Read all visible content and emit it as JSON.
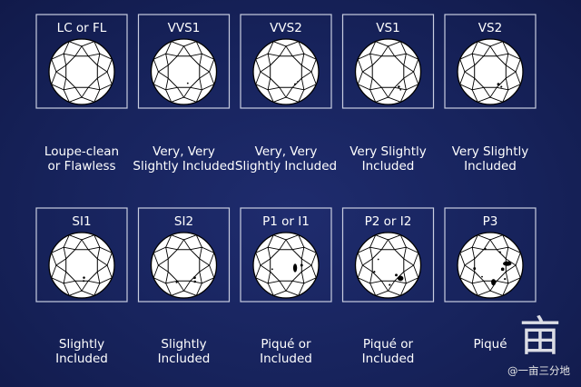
{
  "chart_data": {
    "type": "diagram",
    "grades": [
      {
        "grade": "LC or FL",
        "description": [
          "Loupe-clean",
          "or Flawless"
        ],
        "inclusions": []
      },
      {
        "grade": "VVS1",
        "description": [
          "Very, Very",
          "Slightly Included"
        ],
        "inclusions": [
          {
            "x": 0.12,
            "y": 0.35,
            "r": 0.025
          }
        ]
      },
      {
        "grade": "VVS2",
        "description": [
          "Very, Very",
          "Slightly Included"
        ],
        "inclusions": [
          {
            "x": 0.28,
            "y": 0.38,
            "r": 0.03
          },
          {
            "x": 0.36,
            "y": 0.3,
            "r": 0.02
          }
        ]
      },
      {
        "grade": "VS1",
        "description": [
          "Very Slightly",
          "Included"
        ],
        "inclusions": [
          {
            "x": 0.33,
            "y": 0.46,
            "r": 0.035
          },
          {
            "x": 0.38,
            "y": 0.55,
            "r": 0.025
          }
        ]
      },
      {
        "grade": "VS2",
        "description": [
          "Very Slightly",
          "Included"
        ],
        "inclusions": [
          {
            "x": 0.25,
            "y": 0.38,
            "r": 0.04
          },
          {
            "x": 0.34,
            "y": 0.46,
            "r": 0.03
          }
        ]
      },
      {
        "grade": "SI1",
        "description": [
          "Slightly",
          "Included"
        ],
        "inclusions": [
          {
            "x": 0.07,
            "y": 0.38,
            "r": 0.035
          },
          {
            "x": 0.06,
            "y": 0.48,
            "r": 0.03
          }
        ]
      },
      {
        "grade": "SI2",
        "description": [
          "Slightly",
          "Included"
        ],
        "inclusions": [
          {
            "x": 0.33,
            "y": 0.38,
            "r": 0.04
          },
          {
            "x": 0.34,
            "y": 0.5,
            "r": 0.035
          },
          {
            "x": -0.22,
            "y": 0.52,
            "r": 0.03
          }
        ]
      },
      {
        "grade": "P1 or I1",
        "description": [
          "Piqué or",
          "Included"
        ],
        "inclusions": [
          {
            "x": 0.28,
            "y": 0.08,
            "rx": 0.06,
            "ry": 0.13
          },
          {
            "x": 0.48,
            "y": 0.0,
            "r": 0.04
          },
          {
            "x": -0.42,
            "y": 0.12,
            "r": 0.025
          }
        ]
      },
      {
        "grade": "P2 or I2",
        "description": [
          "Piqué or",
          "Included"
        ],
        "inclusions": [
          {
            "x": 0.38,
            "y": 0.4,
            "rx": 0.09,
            "ry": 0.08
          },
          {
            "x": 0.25,
            "y": 0.3,
            "r": 0.04
          },
          {
            "x": -0.42,
            "y": 0.2,
            "r": 0.03
          },
          {
            "x": 0.05,
            "y": 0.6,
            "r": 0.03
          },
          {
            "x": -0.3,
            "y": -0.18,
            "r": 0.025
          }
        ]
      },
      {
        "grade": "P3",
        "description": [
          "Piqué"
        ],
        "inclusions": [
          {
            "x": 0.52,
            "y": -0.05,
            "rx": 0.13,
            "ry": 0.07
          },
          {
            "x": 0.38,
            "y": 0.12,
            "r": 0.05
          },
          {
            "x": 0.1,
            "y": 0.52,
            "rx": 0.07,
            "ry": 0.1
          },
          {
            "x": -0.48,
            "y": 0.1,
            "r": 0.04
          },
          {
            "x": -0.15,
            "y": -0.5,
            "r": 0.03
          },
          {
            "x": 0.3,
            "y": -0.4,
            "r": 0.03
          },
          {
            "x": 0.45,
            "y": 0.42,
            "r": 0.03
          },
          {
            "x": -0.25,
            "y": 0.35,
            "r": 0.025
          }
        ]
      }
    ]
  },
  "watermark": {
    "glyph": "亩",
    "text": "@一亩三分地"
  },
  "colors": {
    "background": "#17235c",
    "frame": "#c8cde0",
    "diamond_fill": "#ffffff",
    "line": "#000000"
  }
}
